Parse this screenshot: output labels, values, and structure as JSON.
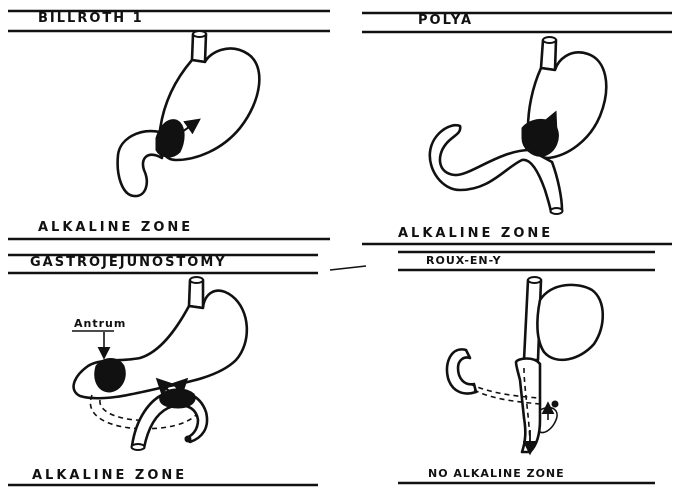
{
  "panels": {
    "billroth": {
      "title": "BILLROTH 1",
      "zone": "ALKALINE ZONE"
    },
    "polya": {
      "title": "POLYA",
      "zone": "ALKALINE ZONE"
    },
    "gastrojejunostomy": {
      "title": "GASTROJEJUNOSTOMY",
      "zone": "ALKALINE ZONE",
      "antrum_label": "Antrum"
    },
    "roux": {
      "title": "ROUX-EN-Y",
      "zone": "NO ALKALINE ZONE"
    }
  }
}
